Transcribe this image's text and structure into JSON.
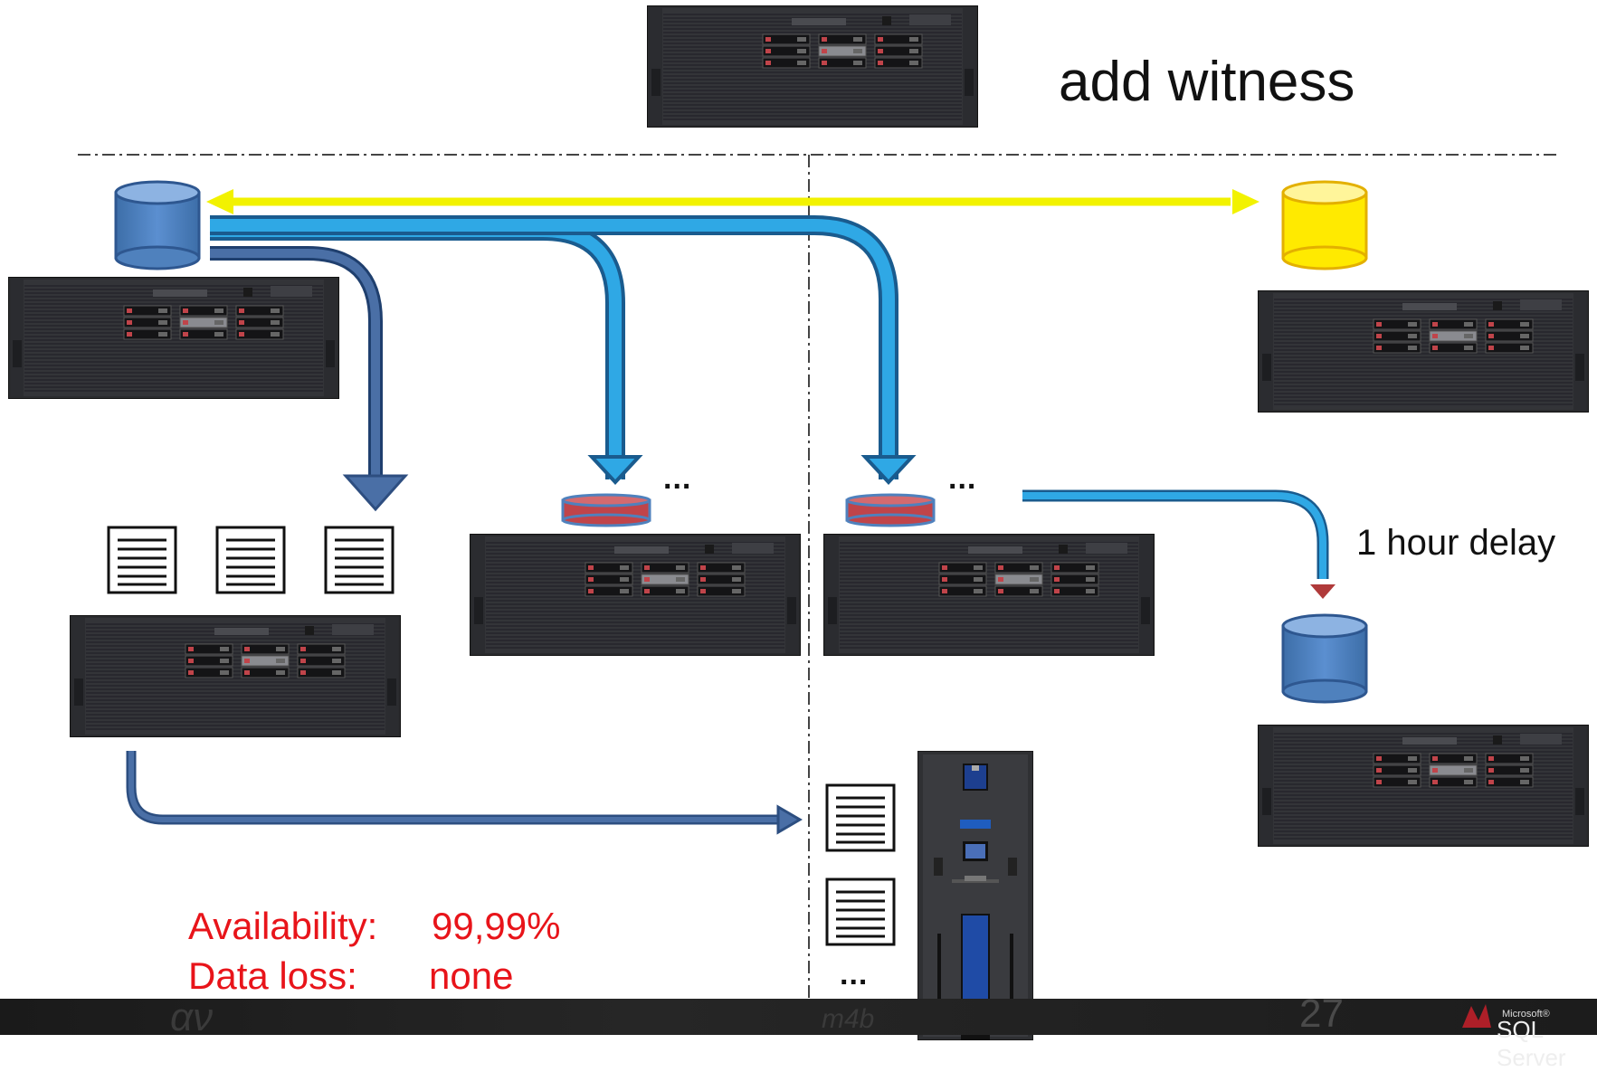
{
  "labels": {
    "witness": "add witness",
    "delay": "1 hour delay",
    "ellipsis_a": "...",
    "ellipsis_b": "...",
    "ellipsis_c": "..."
  },
  "metrics": {
    "availability_label": "Availability:",
    "availability_value": "99,99%",
    "data_loss_label": "Data loss:",
    "data_loss_value": "none"
  },
  "footer": {
    "page_number": "27",
    "brand_small": "Microsoft®",
    "brand_big": "SQL Server"
  },
  "colors": {
    "primary_db": "#4f81bd",
    "witness_db": "#ffeb3b",
    "sync_arrow": "#1e9bd7",
    "async_arrow": "#3b5f97",
    "metric_text": "#e8141a"
  }
}
